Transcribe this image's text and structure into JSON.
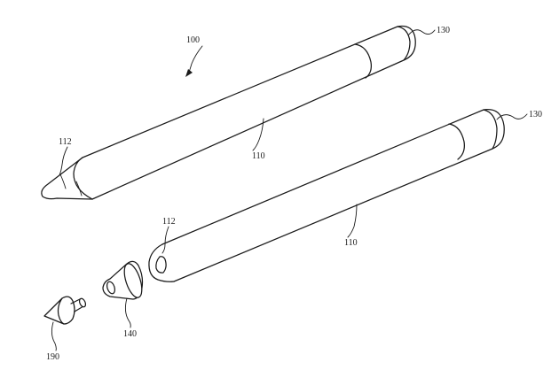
{
  "figure": {
    "refs": {
      "assembly": "100",
      "body_upper": "110",
      "body_lower": "110",
      "tip_upper": "112",
      "tip_lower": "112",
      "cap_upper": "130",
      "cap_lower": "130",
      "nozzle": "140",
      "nib": "190"
    }
  }
}
